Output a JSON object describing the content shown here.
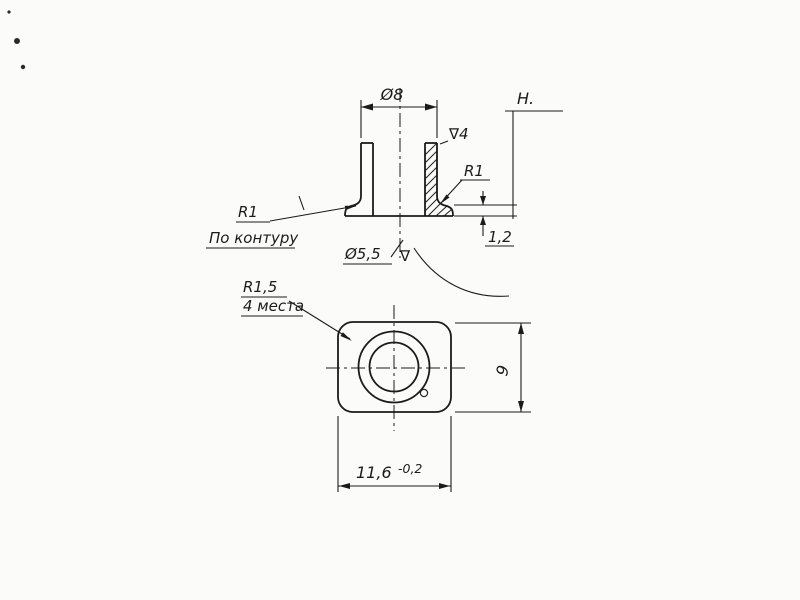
{
  "drawing": {
    "ink_color": "#1b1b1b",
    "paper_color": "#fbfbf9",
    "front_view": {
      "dia_outer": "Ø8",
      "datum": "H.",
      "finish_top": "∇4",
      "fillet_right": "R1",
      "flange_thickness": "1,2",
      "dia_hole": "Ø5,5",
      "finish_hole": "∇",
      "fillet_left": "R1",
      "fillet_left_note": "По контуру"
    },
    "plan_view": {
      "corner_radius": "R1,5",
      "corner_radius_note": "4 места",
      "height": "9",
      "width": "11,6",
      "width_tolerance": "-0,2"
    }
  }
}
